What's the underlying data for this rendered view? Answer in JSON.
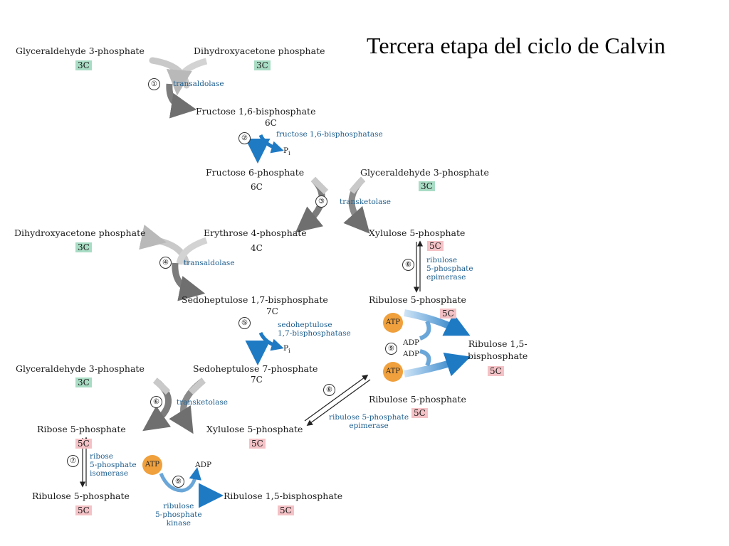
{
  "title": "Tercera etapa del ciclo de Calvin",
  "compounds": {
    "g3p_top": "Glyceraldehyde 3-phosphate",
    "dhap_top": "Dihydroxyacetone phosphate",
    "fbp": "Fructose 1,6-bisphosphate",
    "f6p": "Fructose 6-phosphate",
    "g3p_mid": "Glyceraldehyde 3-phosphate",
    "dhap_mid": "Dihydroxyacetone phosphate",
    "e4p": "Erythrose 4-phosphate",
    "x5p_top": "Xylulose 5-phosphate",
    "sbp": "Sedoheptulose 1,7-bisphosphate",
    "ru5p_right_a": "Ribulose 5-phosphate",
    "rubp_right": "Ribulose 1,5-\nbisphosphate",
    "g3p_low": "Glyceraldehyde 3-phosphate",
    "s7p": "Sedoheptulose 7-phosphate",
    "ru5p_right_b": "Ribulose 5-phosphate",
    "r5p": "Ribose 5-phosphate",
    "x5p_low": "Xylulose 5-phosphate",
    "ru5p_low": "Ribulose 5-phosphate",
    "rubp_low": "Ribulose 1,5-bisphosphate"
  },
  "carbons": {
    "g3p_top": "3C",
    "dhap_top": "3C",
    "fbp": "6C",
    "f6p": "6C",
    "g3p_mid": "3C",
    "dhap_mid": "3C",
    "e4p": "4C",
    "x5p_top": "5C",
    "sbp": "7C",
    "ru5p_right_a": "5C",
    "rubp_right": "5C",
    "g3p_low": "3C",
    "s7p": "7C",
    "ru5p_right_b": "5C",
    "r5p": "5C",
    "x5p_low": "5C",
    "ru5p_low": "5C",
    "rubp_low": "5C"
  },
  "enzymes": {
    "e1": "transaldolase",
    "e2": "fructose 1,6-bisphosphatase",
    "e3": "transketolase",
    "e4": "transaldolase",
    "e5": "sedoheptulose\n1,7-bisphosphatase",
    "e6": "transketolase",
    "e7": "ribose\n5-phosphate\nisomerase",
    "e8a": "ribulose\n5-phosphate\nepimerase",
    "e8b": "ribulose 5-phosphate\nepimerase",
    "e9": "ribulose\n5-phosphate\nkinase"
  },
  "steps": {
    "s1": "①",
    "s2": "②",
    "s3": "③",
    "s4": "④",
    "s5": "⑤",
    "s6": "⑥",
    "s7": "⑦",
    "s8a": "⑧",
    "s8b": "⑧",
    "s9a": "⑨",
    "s9b": "⑨"
  },
  "cofactors": {
    "pi": "P",
    "pi_sub": "i",
    "atp": "ATP",
    "adp": "ADP"
  },
  "colors": {
    "badge_3c": "#a9dcc4",
    "badge_5c": "#f4c2c6",
    "arrow_gray": "#7a7a7a",
    "arrow_blue": "#1f7ac4",
    "enzyme_text": "#1f5f8f",
    "atp_circle": "#f0a03c"
  }
}
